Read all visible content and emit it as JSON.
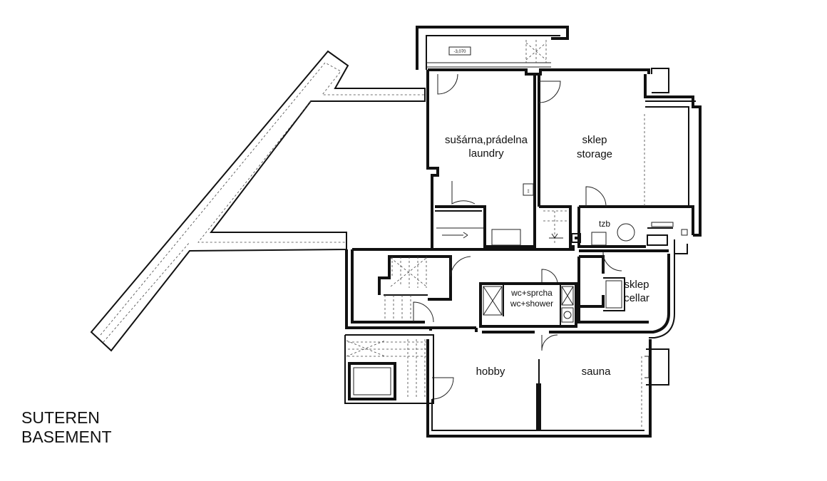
{
  "level": {
    "name_cs": "SUTEREN",
    "name_en": "BASEMENT",
    "level_mark": "-3,070"
  },
  "rooms": {
    "laundry": {
      "label_cs": "sušárna,prádelna",
      "label_en": "laundry"
    },
    "storage": {
      "label_cs": "sklep",
      "label_en": "storage"
    },
    "tzb": {
      "label": "tzb"
    },
    "cellar": {
      "label_cs": "sklep",
      "label_en": "cellar"
    },
    "wc": {
      "label_cs": "wc+sprcha",
      "label_en": "wc+shower"
    },
    "hobby": {
      "label": "hobby"
    },
    "sauna": {
      "label": "sauna"
    }
  }
}
